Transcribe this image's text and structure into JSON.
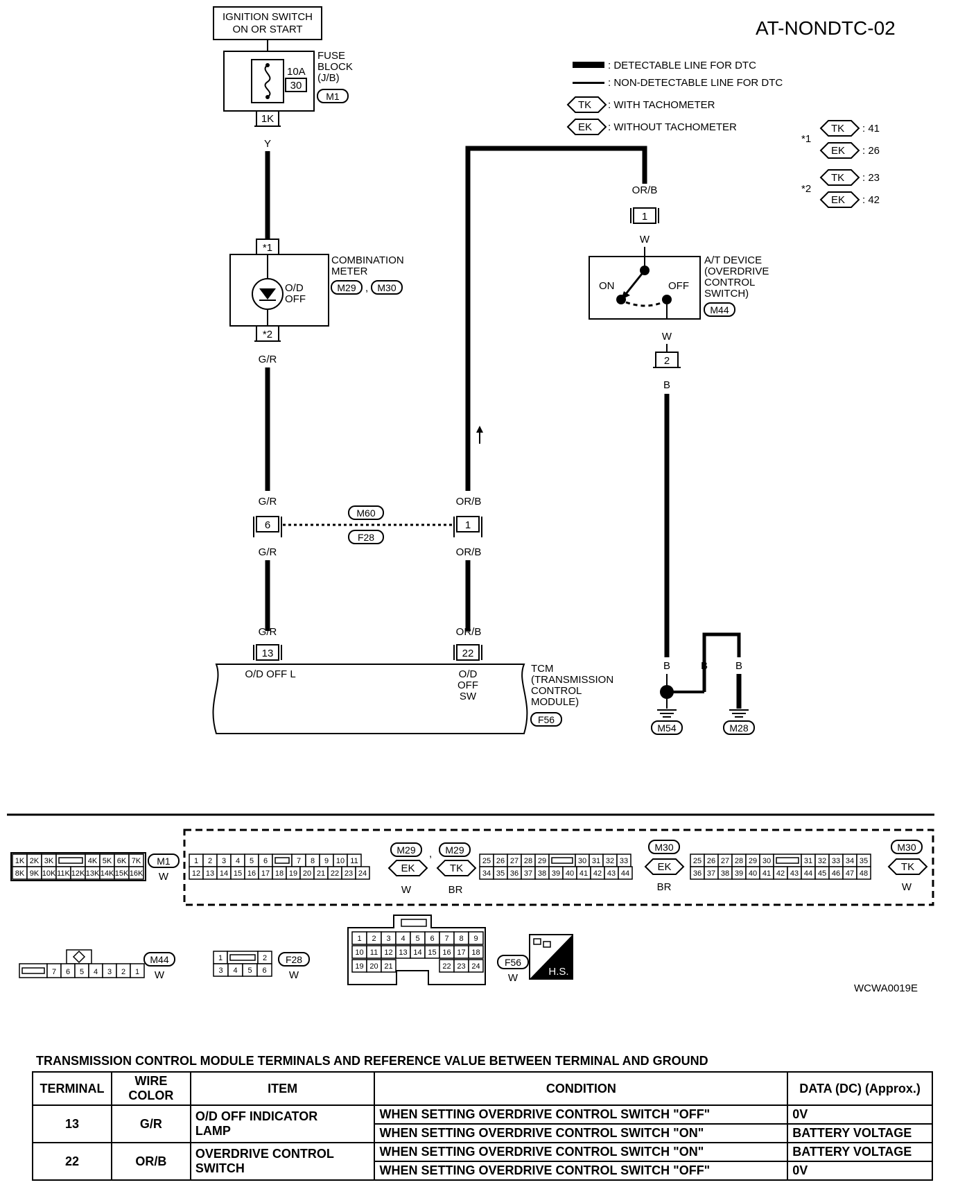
{
  "diagram_id": "AT-NONDTC-02",
  "figure_code": "WCWA0019E",
  "legend": {
    "detectable": ": DETECTABLE LINE FOR DTC",
    "non_detectable": ": NON-DETECTABLE LINE FOR DTC",
    "tk_label": "TK",
    "tk_desc": ": WITH TACHOMETER",
    "ek_label": "EK",
    "ek_desc": ": WITHOUT TACHOMETER"
  },
  "notes": {
    "star1": "*1",
    "star1_tk": ": 41",
    "star1_ek": ": 26",
    "star2": "*2",
    "star2_tk": ": 23",
    "star2_ek": ": 42"
  },
  "components": {
    "ignition_line1": "IGNITION SWITCH",
    "ignition_line2": "ON OR START",
    "fuse_amp": "10A",
    "fuse_num": "30",
    "fuse_block_1": "FUSE",
    "fuse_block_2": "BLOCK",
    "fuse_block_3": "(J/B)",
    "fuse_conn": "M1",
    "fuse_term": "1K",
    "meter_1": "COMBINATION",
    "meter_2": "METER",
    "meter_conn_a": "M29",
    "meter_conn_b": "M30",
    "meter_sep": ",",
    "meter_lamp_1": "O/D",
    "meter_lamp_2": "OFF",
    "meter_term_in": "*1",
    "meter_term_out": "*2",
    "switch_1": "A/T DEVICE",
    "switch_2": "(OVERDRIVE",
    "switch_3": "CONTROL",
    "switch_4": "SWITCH)",
    "switch_conn": "M44",
    "switch_on": "ON",
    "switch_off": "OFF",
    "switch_term_1": "1",
    "switch_term_2": "2",
    "joint_a": "M60",
    "joint_b": "F28",
    "joint_term_left": "6",
    "joint_term_right": "1",
    "tcm_1": "TCM",
    "tcm_2": "(TRANSMISSION",
    "tcm_3": "CONTROL",
    "tcm_4": "MODULE)",
    "tcm_conn": "F56",
    "tcm_term_13": "13",
    "tcm_term_22": "22",
    "tcm_13_label": "O/D OFF L",
    "tcm_22_label_1": "O/D",
    "tcm_22_label_2": "OFF",
    "tcm_22_label_3": "SW",
    "ground_1": "M54",
    "ground_2": "M28"
  },
  "wires": {
    "y": "Y",
    "gr": "G/R",
    "orb": "OR/B",
    "w": "W",
    "b": "B"
  },
  "connectors": {
    "m1_label": "M1",
    "m1_color": "W",
    "m1_top": [
      "1K",
      "2K",
      "3K",
      "",
      "4K",
      "5K",
      "6K",
      "7K"
    ],
    "m1_bottom": [
      "8K",
      "9K",
      "10K",
      "11K",
      "12K",
      "13K",
      "14K",
      "15K",
      "16K"
    ],
    "m29a_top": [
      "1",
      "2",
      "3",
      "4",
      "5",
      "6",
      "",
      "7",
      "8",
      "9",
      "10",
      "11"
    ],
    "m29a_bottom": [
      "12",
      "13",
      "14",
      "15",
      "16",
      "17",
      "18",
      "19",
      "20",
      "21",
      "22",
      "23",
      "24"
    ],
    "m29a_conn": "M29",
    "m29a_variant": "EK",
    "m29a_color": "W",
    "m29b_conn": "M29",
    "m29b_variant": "TK",
    "m29b_color": "BR",
    "m30a_top": [
      "25",
      "26",
      "27",
      "28",
      "29",
      "",
      "30",
      "31",
      "32",
      "33"
    ],
    "m30a_bottom": [
      "34",
      "35",
      "36",
      "37",
      "38",
      "39",
      "40",
      "41",
      "42",
      "43",
      "44"
    ],
    "m30a_conn": "M30",
    "m30a_variant": "EK",
    "m30a_color": "BR",
    "m30b_top": [
      "25",
      "26",
      "27",
      "28",
      "29",
      "30",
      "",
      "31",
      "32",
      "33",
      "34",
      "35"
    ],
    "m30b_bottom": [
      "36",
      "37",
      "38",
      "39",
      "40",
      "41",
      "42",
      "43",
      "44",
      "45",
      "46",
      "47",
      "48"
    ],
    "m30b_conn": "M30",
    "m30b_variant": "TK",
    "m30b_color": "W",
    "m44_cells": [
      "",
      "7",
      "6",
      "5",
      "4",
      "3",
      "2",
      "1"
    ],
    "m44_conn": "M44",
    "m44_color": "W",
    "f28_top": [
      "1",
      "",
      "2"
    ],
    "f28_bottom": [
      "3",
      "4",
      "5",
      "6"
    ],
    "f28_conn": "F28",
    "f28_color": "W",
    "f56_row1": [
      "1",
      "2",
      "3",
      "4",
      "5",
      "6",
      "7",
      "8",
      "9"
    ],
    "f56_row2": [
      "10",
      "11",
      "12",
      "13",
      "14",
      "15",
      "16",
      "17",
      "18"
    ],
    "f56_row3_left": [
      "19",
      "20",
      "21"
    ],
    "f56_row3_right": [
      "22",
      "23",
      "24"
    ],
    "f56_conn": "F56",
    "f56_color": "W",
    "hs_label": "H.S."
  },
  "table": {
    "caption": "TRANSMISSION CONTROL MODULE TERMINALS AND REFERENCE VALUE BETWEEN TERMINAL AND GROUND",
    "headers": [
      "TERMINAL",
      "WIRE COLOR",
      "ITEM",
      "CONDITION",
      "DATA (DC) (Approx.)"
    ],
    "rows": [
      {
        "terminal": "13",
        "wire": "G/R",
        "item_1": "O/D OFF INDICATOR",
        "item_2": "LAMP",
        "cond_1": "WHEN SETTING OVERDRIVE CONTROL SWITCH \"OFF\"",
        "data_1": "0V",
        "cond_2": "WHEN SETTING OVERDRIVE CONTROL SWITCH \"ON\"",
        "data_2": "BATTERY VOLTAGE"
      },
      {
        "terminal": "22",
        "wire": "OR/B",
        "item_1": "OVERDRIVE CONTROL",
        "item_2": "SWITCH",
        "cond_1": "WHEN SETTING OVERDRIVE CONTROL SWITCH \"ON\"",
        "data_1": "BATTERY VOLTAGE",
        "cond_2": "WHEN SETTING OVERDRIVE CONTROL SWITCH \"OFF\"",
        "data_2": "0V"
      }
    ]
  }
}
